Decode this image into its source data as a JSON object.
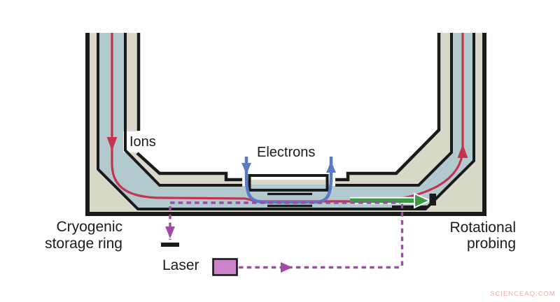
{
  "diagram": {
    "labels": {
      "ions": "Ions",
      "electrons": "Electrons",
      "storage_ring": [
        "Cryogenic",
        "storage ring"
      ],
      "laser": "Laser",
      "rotational_probing": [
        "Rotational",
        "probing"
      ],
      "watermark": "SCIENCEAQ.COM"
    },
    "beams": [
      {
        "name": "ion beam",
        "color_key": "ion_beam"
      },
      {
        "name": "electron beam",
        "color_key": "electron_beam"
      },
      {
        "name": "laser beam",
        "color_key": "laser_beam"
      },
      {
        "name": "neutral products",
        "color_key": "neutral_beam"
      }
    ],
    "colors": {
      "ion_beam": "#c23450",
      "electron_beam": "#5b7ac5",
      "laser_beam": "#a04ba5",
      "laser_box_fill": "#cb84c9",
      "neutral_beam": "#3a9a45",
      "body_fill": "#d9d9ca",
      "channel_fill": "#b2c9cd",
      "outline": "#1a1a1a",
      "text": "#1c1c1c",
      "watermark": "#f4a9a2",
      "background": "#ffffff"
    }
  }
}
